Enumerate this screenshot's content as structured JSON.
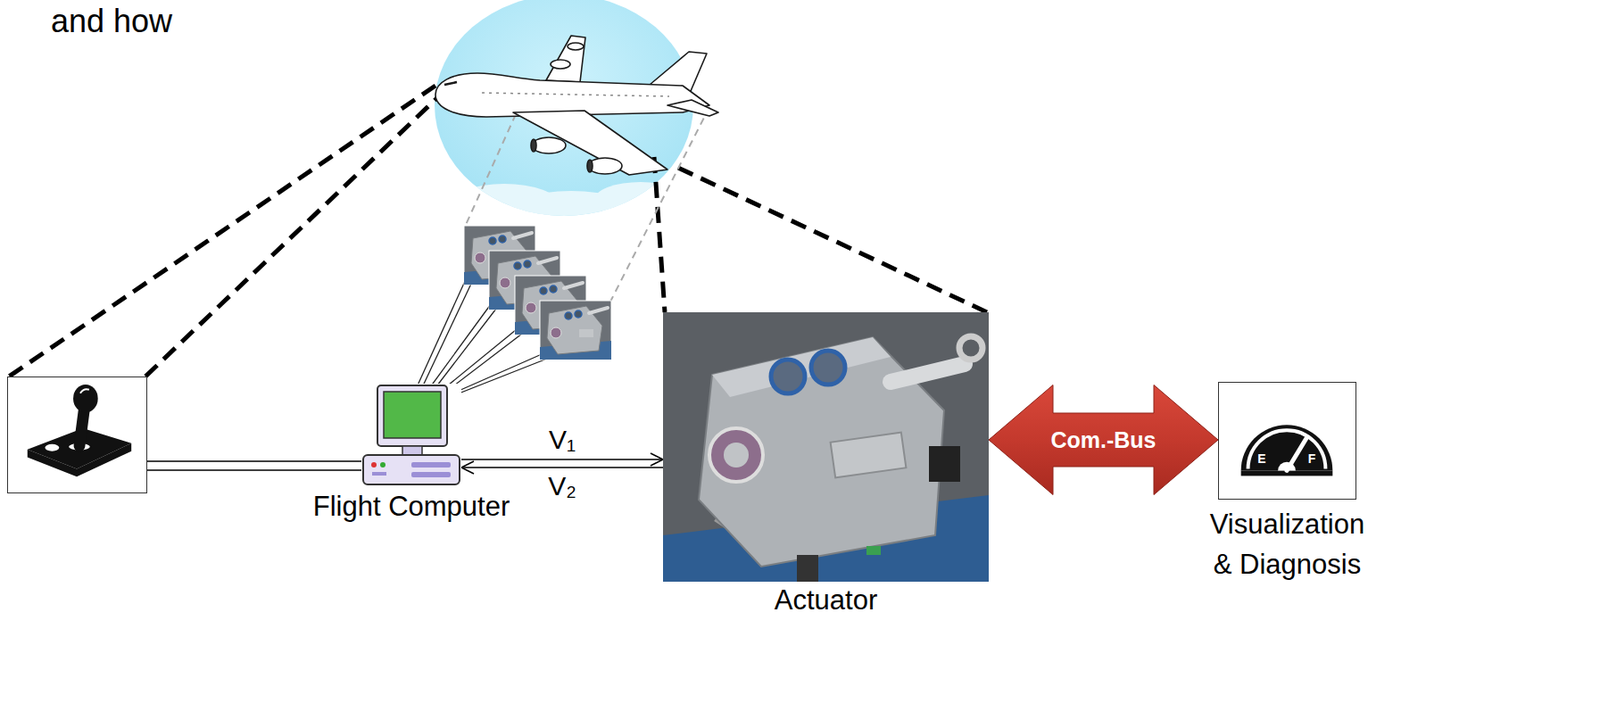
{
  "diagram": {
    "nodes": [
      {
        "text": []
      },
      {
        "text": [
          "Flight Computer"
        ]
      },
      {
        "text": [
          "Actuator"
        ]
      },
      {
        "text": [
          "Visualization & Diagnosis"
        ]
      }
    ],
    "edges": [
      {
        "from": 0,
        "to": 1,
        "arrow": "none"
      },
      {
        "from": 1,
        "to": 2,
        "arrow": "to",
        "label": "V₁"
      },
      {
        "from": 2,
        "to": 1,
        "arrow": "to",
        "label": "V₂"
      },
      {
        "from": 2,
        "to": 3,
        "arrow": "both",
        "label": "Com.-Bus"
      }
    ],
    "labels": [
      "and how",
      "E",
      "F"
    ]
  }
}
